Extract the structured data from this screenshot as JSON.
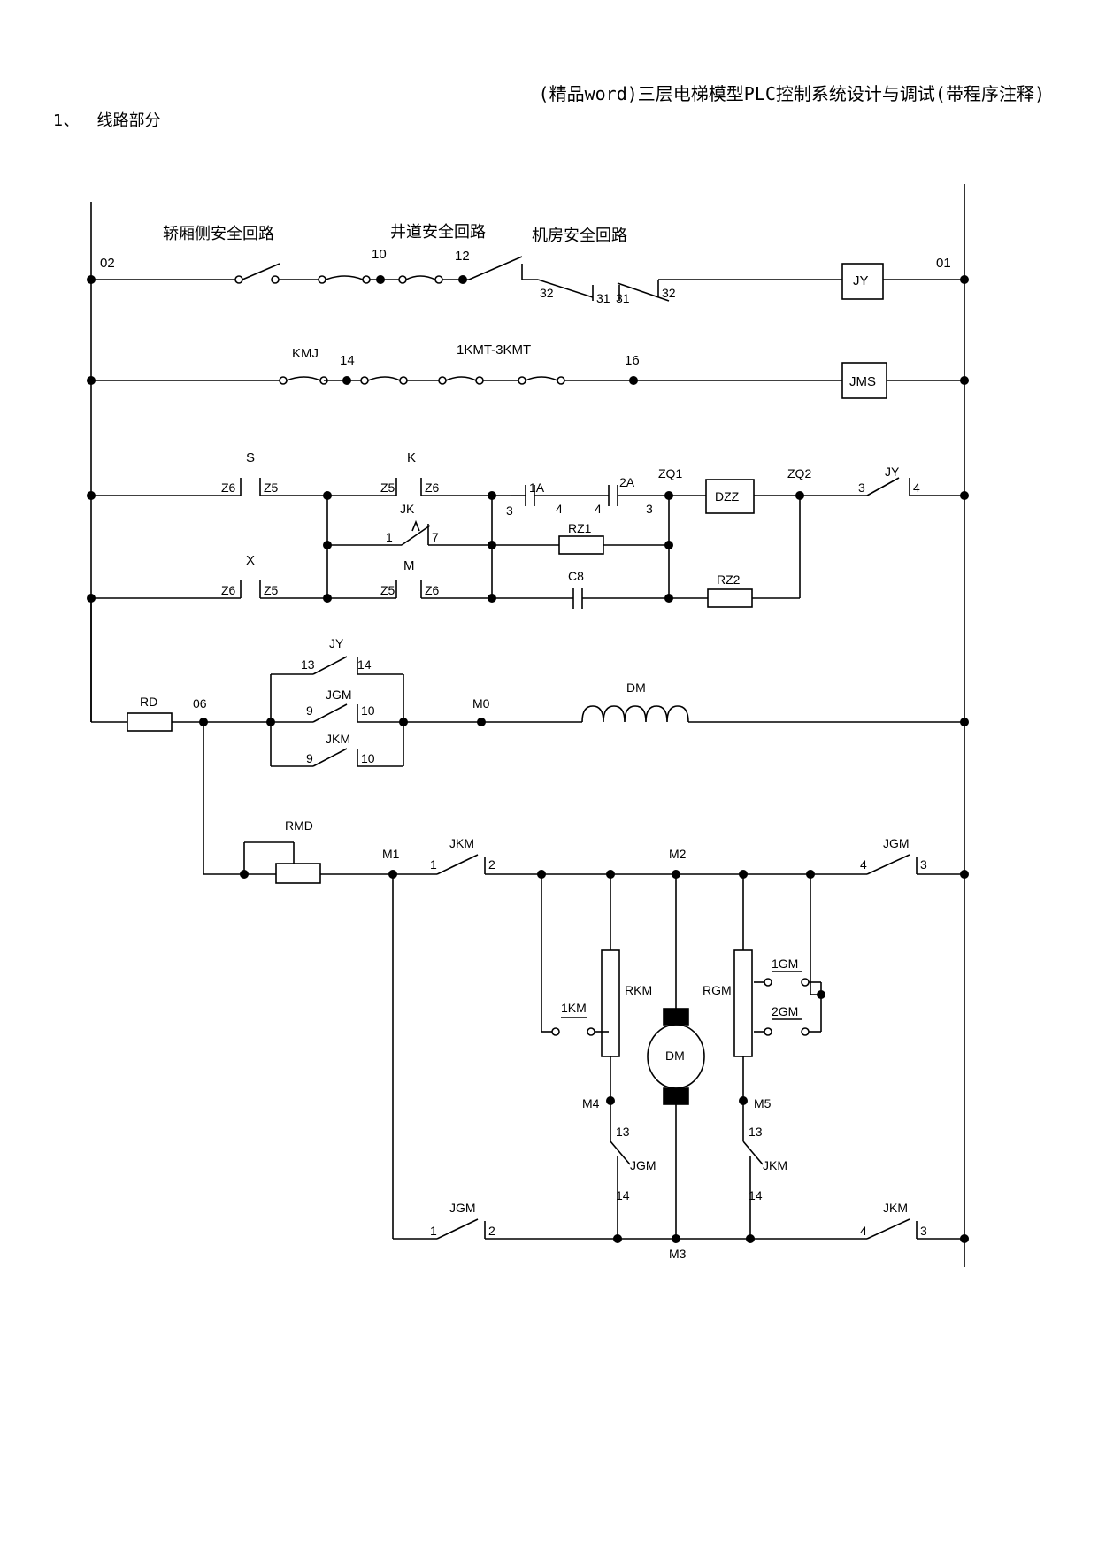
{
  "document": {
    "header_title": "(精品word)三层电梯模型PLC控制系统设计与调试(带程序注释)",
    "section_number": "1、",
    "section_title": "线路部分"
  },
  "schematic": {
    "safety_circuit": {
      "car_side_label": "轿厢侧安全回路",
      "shaft_label": "井道安全回路",
      "machine_room_label": "机房安全回路",
      "node_left": "02",
      "node_right": "01",
      "node_10": "10",
      "node_12": "12",
      "contact_a_left": "32",
      "contact_a_right": "31",
      "contact_b_left": "31",
      "contact_b_right": "32",
      "relay": "JY"
    },
    "door_circuit": {
      "kmj_label": "KMJ",
      "node_14": "14",
      "kmt_label": "1KMT-3KMT",
      "node_16": "16",
      "relay": "JMS"
    },
    "brake_circuit": {
      "s_label": "S",
      "k_label": "K",
      "x_label": "X",
      "m_label": "M",
      "jk_label": "JK",
      "z5": "Z5",
      "z6": "Z6",
      "jk_left": "1",
      "jk_right": "7",
      "a1_label": "1A",
      "a2_label": "2A",
      "a1_left": "3",
      "a1_right": "4",
      "a2_left": "4",
      "a2_right": "3",
      "zq1": "ZQ1",
      "zq2": "ZQ2",
      "dzz": "DZZ",
      "rz1": "RZ1",
      "rz2": "RZ2",
      "c8": "C8",
      "jy_label": "JY",
      "jy_left": "3",
      "jy_right": "4"
    },
    "field_circuit": {
      "rd": "RD",
      "node_06": "06",
      "jy_label": "JY",
      "jy_left": "13",
      "jy_right": "14",
      "jgm_label": "JGM",
      "jgm_left": "9",
      "jgm_right": "10",
      "jkm_label": "JKM",
      "jkm_left": "9",
      "jkm_right": "10",
      "m0": "M0",
      "dm": "DM"
    },
    "armature_circuit": {
      "rmd": "RMD",
      "m1": "M1",
      "m2": "M2",
      "m3": "M3",
      "m4": "M4",
      "m5": "M5",
      "jkm_top_label": "JKM",
      "jkm_top_left": "1",
      "jkm_top_right": "2",
      "jgm_top_label": "JGM",
      "jgm_top_left": "4",
      "jgm_top_right": "3",
      "rkm": "RKM",
      "rgm": "RGM",
      "km1": "1KM",
      "gm1": "1GM",
      "gm2": "2GM",
      "motor": "DM",
      "jgm_mid_label": "JGM",
      "jgm_mid_top": "13",
      "jgm_mid_bottom": "14",
      "jkm_mid_label": "JKM",
      "jkm_mid_top": "13",
      "jkm_mid_bottom": "14",
      "jgm_bot_label": "JGM",
      "jgm_bot_left": "1",
      "jgm_bot_right": "2",
      "jkm_bot_label": "JKM",
      "jkm_bot_left": "4",
      "jkm_bot_right": "3"
    }
  }
}
